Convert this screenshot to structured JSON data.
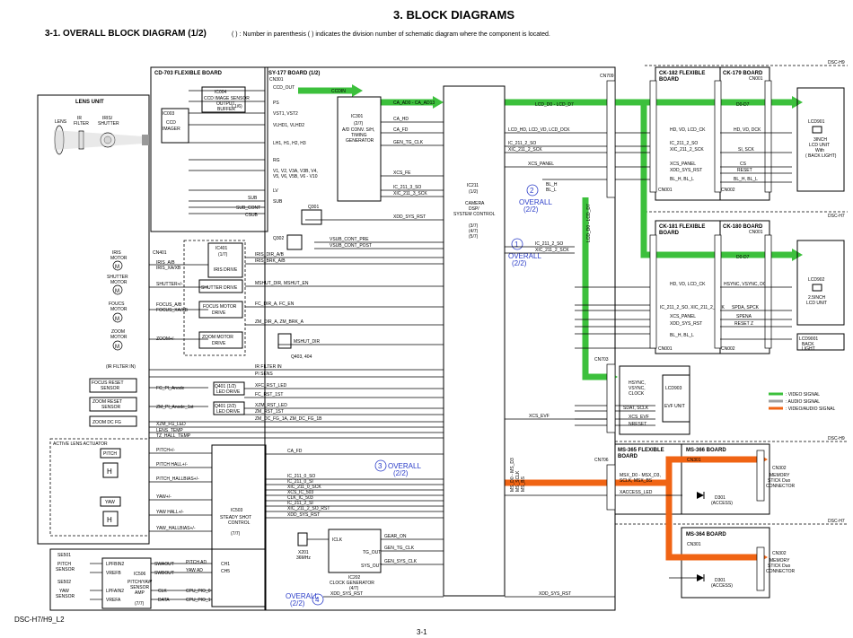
{
  "page": {
    "title": "3. BLOCK DIAGRAMS",
    "subtitle": "3-1.  OVERALL  BLOCK  DIAGRAM (1/2)",
    "note": "( ) : Number in parenthesis ( ) indicates the division number of schematic diagram where the component is located.",
    "footer_left": "DSC-H7/H9_L2",
    "page_number": "3-1"
  },
  "colors": {
    "video": "#3cc03c",
    "audio": "#a0a0a0",
    "av": "#f06414",
    "overall_text": "#2a3cc8"
  },
  "legend": {
    "video": ": VIDEO SIGNAL",
    "audio": ": AUDIO SIGNAL",
    "av": ": VIDEO/AUDIO SIGNAL"
  },
  "boards": {
    "cd703": "CD-703 FLEXIBLE BOARD",
    "sy177": "SY-177 BOARD (1/2)",
    "lens_unit": "LENS UNIT",
    "ck182": [
      "CK-182 FLEXIBLE",
      "BOARD"
    ],
    "ck179": "CK-179 BOARD",
    "ck181": [
      "CK-181 FLEXIBLE",
      "BOARD"
    ],
    "ck180": "CK-180 BOARD",
    "ms365": [
      "MS-365 FLEXIBLE",
      "BOARD"
    ],
    "ms366": "MS-366 BOARD",
    "ms364": "MS-364 BOARD",
    "dsc_h9_a": "DSC-H9",
    "dsc_h7_a": "DSC-H7",
    "dsc_h9_b": "DSC-H9",
    "dsc_h7_b": "DSC-H7"
  },
  "ic": {
    "ic003": "IC003",
    "ic003_desc": [
      "CCD",
      "IMAGER"
    ],
    "ic004": "IC004",
    "ic004_desc": [
      "CCD IMAGE SENSOR",
      "OUTPUT",
      "BUFFER"
    ],
    "ic004_note": "( 1/6)",
    "ic301": "IC301",
    "ic301_desc": [
      "(2/7)",
      "A/D CONV. S/H,",
      "TIMING",
      "GENERATOR"
    ],
    "ic211": "IC211",
    "ic211_desc": [
      "(1/2)",
      "",
      "CAMERA",
      "DSP/",
      "SYSTEM CONTROL",
      "",
      "(3/7)",
      "(4/7)",
      "(5/7)"
    ],
    "ic401": "IC401",
    "ic401_desc": [
      "(1/7)",
      "",
      "IRIS DRIVE"
    ],
    "shutter_drive": "SHUTTER DRIVE",
    "focus_drive": [
      "FOCUS MOTOR",
      "DRIVE"
    ],
    "zoom_drive": [
      "ZOOM MOTOR",
      "DRIVE"
    ],
    "q401a": "Q401 (1/2)",
    "q401a_desc": "LED DRIVE",
    "q401b": "Q401 (2/2)",
    "q401b_desc": "LED DRIVE",
    "ic503": "IC503",
    "ic503_desc": [
      "STEADY SHOT",
      "CONTROL",
      "",
      "(7/7)"
    ],
    "ic506": "IC506",
    "ic506_desc": [
      "PITCH/YAW",
      "SENSOR",
      "AMP",
      "",
      "(7/7)"
    ],
    "ic202": "IC202",
    "ic202_desc": [
      "CLOCK GENERATOR",
      "(4/7)"
    ],
    "x201": "X201",
    "x201_desc": "36MHz",
    "q301": "Q301",
    "q302": "Q302",
    "q403": "Q403, 404"
  },
  "lens": {
    "lens": "LENS",
    "ir_filter": [
      "IR",
      "FILTER"
    ],
    "iris_shutter": [
      "IRIS/",
      "SHUTTER"
    ],
    "iris_motor": [
      "IRIS",
      "MOTOR"
    ],
    "shutter_motor": [
      "SHUTTER",
      "MOTOR"
    ],
    "focus_motor": [
      "FOUCS",
      "MOTOR"
    ],
    "zoom_motor": [
      "ZOOM",
      "MOTOR"
    ],
    "ir_filter_in": "(IR FILTER IN)",
    "focus_reset": [
      "FOCUS RESET",
      "SENSOR"
    ],
    "zoom_reset": [
      "ZOOM RESET",
      "SENSOR"
    ],
    "zoom_dc_fg": "ZOOM DC FG",
    "actuator": "ACTIVE LENS ACTUATOR",
    "pitch": "PITCH",
    "yaw": "YAW",
    "cn401": "CN401",
    "m": "M",
    "h": "H"
  },
  "gyro": {
    "se501": "SE501",
    "se502": "SE502",
    "pitch_sensor": [
      "PITCH",
      "SENSOR"
    ],
    "yaw_sensor": [
      "YAW",
      "SENSOR"
    ],
    "pins": [
      "LPFBIN2",
      "VREFB",
      "LPFAIN2",
      "VREFA"
    ],
    "ic_pins": [
      "SWAOUT",
      "SWBOUT",
      "CLK",
      "DATA"
    ],
    "ic503_pins": [
      "PITCH AD",
      "YAW AD",
      "CPU_PIO_0",
      "CPU_PIO_1"
    ],
    "ch_pins": [
      "CH1",
      "CH5"
    ]
  },
  "labels": {
    "ccd_out": "CCD_OUT",
    "ccdin": "CCDIN",
    "ps": "PS",
    "vst": "VST1, VST2",
    "vlhd": "VLHD1, VLHD2",
    "lh": "LH1, H1, H2, H3",
    "rg": "RG",
    "vv": [
      "V1, V2, V3A, V3B, V4,",
      "V5, V6, V5B, V6 - V10"
    ],
    "lv": "LV",
    "sub": "SUB",
    "sub_cont": "SUB_CONT",
    "csub": "CSUB",
    "ca_ad": "CA_AD0 - CA_AD13",
    "ca_hd": "CA_HD",
    "ca_fd": "CA_FD",
    "gen_tg_clk": "GEN_TG_CLK",
    "xcs_fe": "XCS_FE",
    "ic211_3_so": "IC_211_3_SO",
    "xic211_3_sck": "XIC_211_3_SCK",
    "xdd_sys_rst": "XDD_SYS_RST",
    "vsub_pre": "VSUB_CONT_PRE",
    "vsub_post": "VSUB_CONT_POST",
    "iris_dir": "IRIS_DIR_A/B",
    "iris_brk": "IRIS_BRK_A/B",
    "iris_ab": [
      "IRIS_A/B",
      "IRIS_XA/XB"
    ],
    "shutter": "SHUTTER+/-",
    "mshut": "MSHUT_DIR, MSHUT_EN",
    "focus_ab": [
      "FOCUS_A/B",
      "FOCUS_XA/XB"
    ],
    "fc_dir": "FC_DIR_A, FC_EN",
    "zoom_pm": "ZOOM+/-",
    "zm_dir": "ZM_DIR_A, ZM_BRK_A",
    "mshut_dir": "MSHUT_DIR",
    "ir_filter_in_sig": "IR FILTER IN",
    "pi_sens": "PI SENS",
    "fc_pi_anode": "FC_PI_Anode",
    "xfc_rst_led": "XFC_RST_LED",
    "fc_rst": "FC_RST_1ST",
    "zm_pi_anode": "ZM_PI_Anode_1st",
    "xzm_rst_led": "XZM_RST_LED",
    "zm_rst": "ZM_RST_1ST",
    "zm_dc_fg": "ZM_DC_FG_1A, ZM_DC_FG_1B",
    "xzm_fg_led": "XZM_FG_LED",
    "lens_temp": "LENS_TEMP",
    "tz_hall_temp": "TZ_HALL_TEMP",
    "pitch_pm": "PITCH+/-",
    "pitch_hall": "PITCH HALL+/-",
    "pitch_hallbias": "PITCH_HALLBIAS+/-",
    "yaw_pm": "YAW+/-",
    "yaw_hall": "YAW HALL+/-",
    "yaw_hallbias": "YAW_HALLBIAS+/-",
    "ca_fd2": "CA_FD",
    "ic211_0_so": "IC_211_0_SO",
    "ic211_0_si": "IC_211_0_SI",
    "xic211_0_sck": "XIC_211_0_SCK",
    "xcs_ic503": "XCS_IC_503",
    "clk_ic503": "CLK_IC_503",
    "ic211_2_si": "IC_211_2_SI",
    "xic211_2_so_rst": "XIC_211_2_SO_RST",
    "xdd_sys_rst2": "XDD_SYS_RST",
    "iclk": "ICLK",
    "gear_on": "GEAR_ON",
    "tg_out": "TG_OUT",
    "gen_tg_clk2": "GEN_TG_CLK",
    "sys_out": "SYS_OUT",
    "gen_sys_clk": "GEN_SYS_CLK",
    "xdd_sys_rst3": "XDD_SYS_RST",
    "xdd_sys_rst4": "XDD_SYS_RST",
    "lcd_d": "LCD_D0 - LCD_D7",
    "lcd_d_v": "LCD_D0 - LCD_D7",
    "lcd_hd": "LCD_HD, LCD_VD, LCD_DCK",
    "ic211_2_so": "IC_211_2_SO",
    "xic211_2_sck": "XIC_211_2_SCK",
    "xcs_panel": "XCS_PANEL",
    "bl": [
      "BL_H",
      "BL_L"
    ],
    "ic211_2_so_b": "IC_211_2_SO",
    "xic211_2_sck_b": "XIC_211_2_SCK",
    "xcs_evf": "XCS_EVF",
    "d0d7": "D0-D7",
    "hd_vd_dck": "HD, VD, DCK",
    "hd_vd_lcd_ck": "HD, VD, LCD_CK",
    "xic_211_2_so_sck": [
      "IC_211_2_SO",
      "XIC_211_2_SCK"
    ],
    "xcs_panel2": "XCS_PANEL",
    "xdd_sys_rst5": "XDD_SYS_RST",
    "bl_h_l": "BL_H, BL_L",
    "si_sck": "SI, SCK",
    "cs": "CS",
    "reset": "RESET",
    "bl_h_l2": "BL_H, BL_L",
    "d0d7_b": "D0-D7",
    "hsync": "HSYNC, VSYNC, DCLK",
    "hd_vd_dck_b": "HD, VD, LCD_CK",
    "ic211_2_so_sck_b": "IC_211_2_SO, XIC_211_2_SCK",
    "spda": "SPDA, SPCK",
    "xcs_panel3": "XCS_PANEL",
    "spena": "SPENA",
    "xdd_sys_rst6": "XDD_SYS_RST",
    "reset_z": "RESET Z",
    "bl_h_l3": "BL_H, BL_L",
    "cn001": "CN001",
    "cn002": "CN002",
    "cn703": "CN703",
    "cn709": "CN709",
    "cn706": "CN706",
    "cn301": "CN301",
    "cn302": "CN302",
    "lcd901": "LCD901",
    "lcd901_desc": [
      "3INCH",
      "LCD UNIT",
      "With",
      "( BACK LIGHT)"
    ],
    "lcd902": "LCD902",
    "lcd902_desc": [
      "2.5INCH",
      "LCD UNIT"
    ],
    "lcd903": "LCD903",
    "lcd900_1": "LCD9001",
    "back_light": [
      "BACK",
      "LIGHT"
    ],
    "evf": "EVF UNIT",
    "evf_hsync": [
      "HSYNC,",
      "VSYNC,",
      "CLOCK"
    ],
    "sdat": "SDAT, SCLK",
    "xcs_evf2": "XCS_EVF",
    "nreset": "NRESET",
    "msx": [
      "MSX_D0 - MSX_D3,",
      "SCLK, MSX_BS"
    ],
    "xaccess": "XACCESS_LED",
    "d301": [
      "D301",
      "(ACCESS)"
    ],
    "d301b": [
      "D301",
      "(ACCESS)"
    ],
    "memory": [
      "MEMORY",
      "STICK Duo",
      "CONNECTOR"
    ],
    "memory2": [
      "MEMORY",
      "STICK Duo",
      "CONNECTOR"
    ],
    "overall": "OVERALL",
    "overall_sub": "(2/2)",
    "ms_bus": [
      "MS_D0 - MS_D3",
      "MS_SCLK",
      "MS_BS"
    ]
  }
}
